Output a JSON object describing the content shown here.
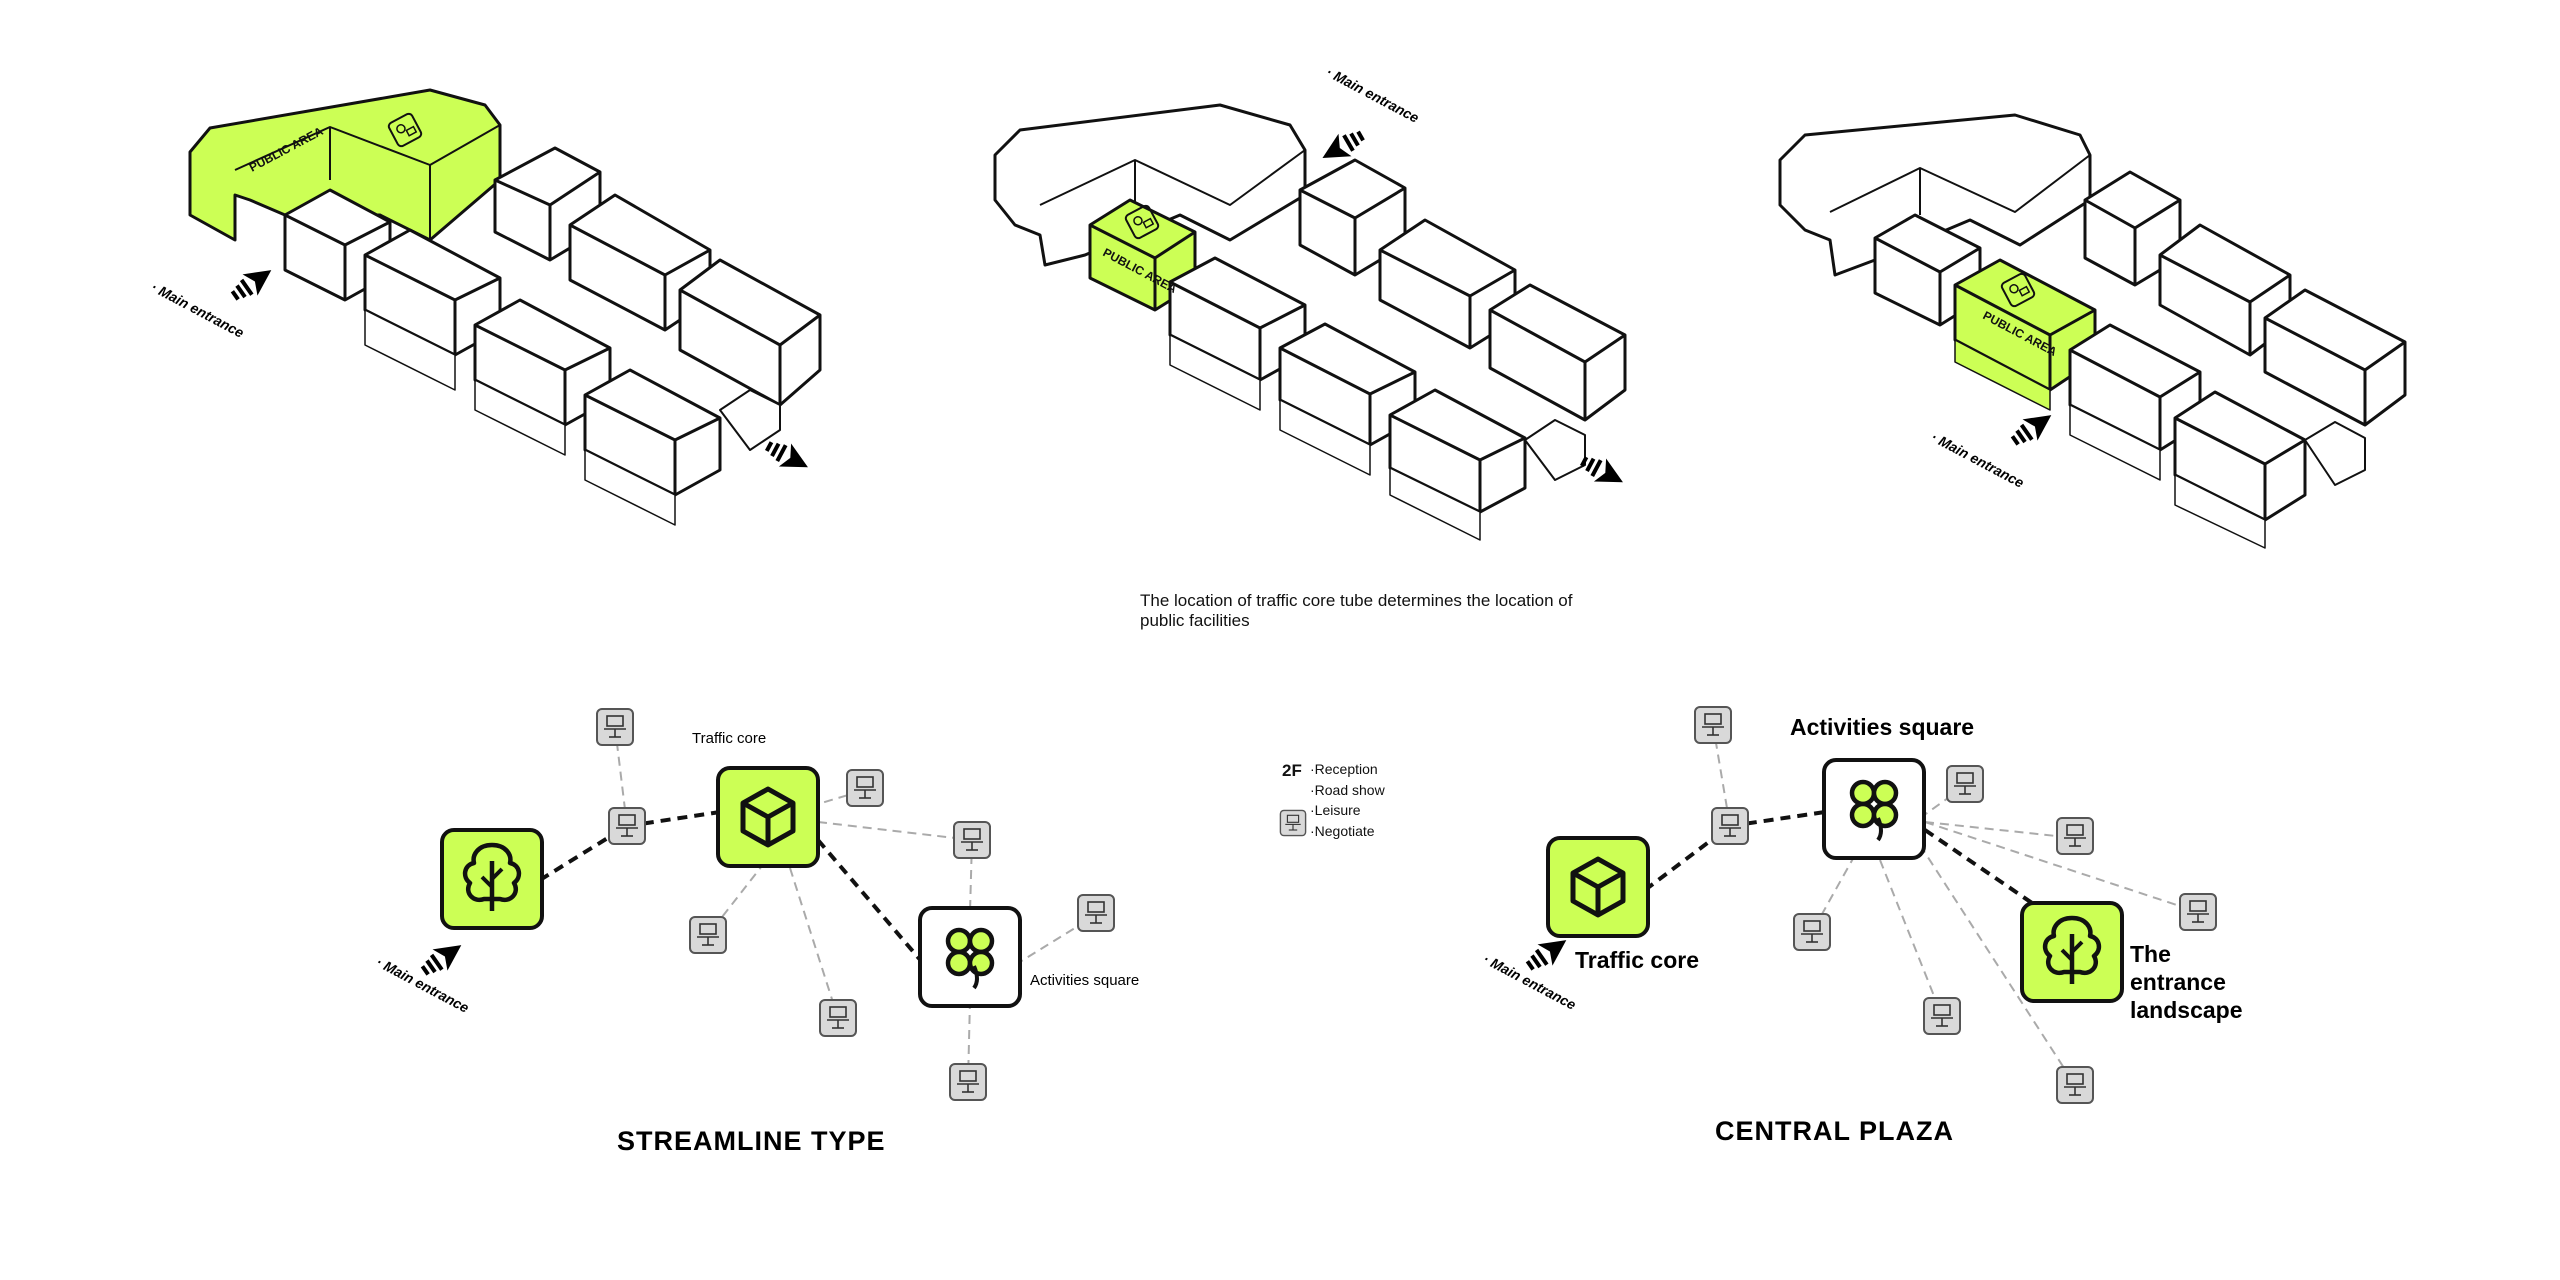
{
  "accent": "#ccff55",
  "top_models": {
    "public_area_label": "PUBLIC AREA",
    "main_entrance_label": "· Main entrance"
  },
  "caption": {
    "line1": "The location of traffic core tube determines the location of",
    "line2": "public facilities"
  },
  "legend": {
    "floor": "2F",
    "items": [
      "·Reception",
      "·Road show",
      "·Leisure",
      "·Negotiate"
    ]
  },
  "streamline": {
    "title": "STREAMLINE TYPE",
    "traffic_core": "Traffic core",
    "activities_square": "Activities square",
    "main_entrance": "· Main entrance"
  },
  "central_plaza": {
    "title": "CENTRAL PLAZA",
    "activities_square": "Activities square",
    "traffic_core": "Traffic core",
    "entrance_landscape": [
      "The",
      "entrance",
      "landscape"
    ],
    "main_entrance": "· Main entrance"
  },
  "icons": {
    "node_tree": "tree-icon",
    "node_core": "cube-icon",
    "node_square": "clover-icon",
    "small_node": "desk-icon"
  }
}
